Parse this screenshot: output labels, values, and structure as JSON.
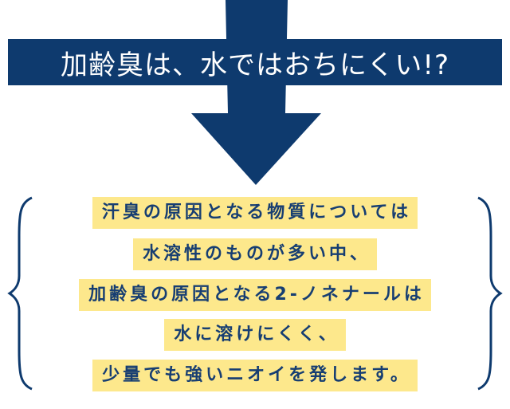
{
  "headline": "加齢臭は、水ではおちにくい!?",
  "body_lines": [
    "汗臭の原因となる物質については",
    "水溶性のものが多い中、",
    "加齢臭の原因となる2-ノネナールは",
    "水に溶けにくく、",
    "少量でも強いニオイを発します。"
  ],
  "colors": {
    "navy": "#0e3a6e",
    "highlight": "#fde88c",
    "text": "#173e72"
  }
}
